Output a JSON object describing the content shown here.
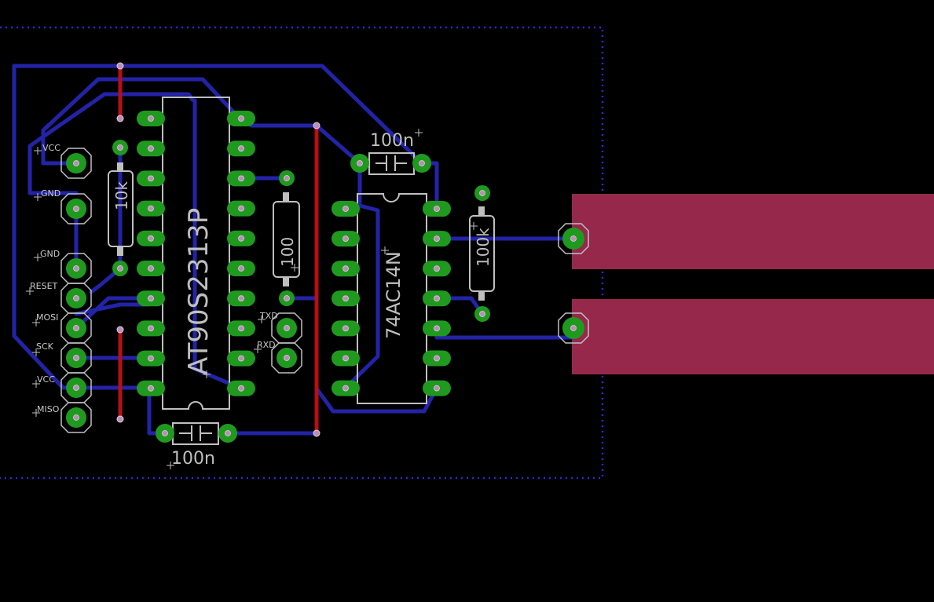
{
  "board": {
    "colors": {
      "background": "#000000",
      "outline": "#2a2ad6",
      "top_trace": "#b50f18",
      "bottom_trace": "#2323a8",
      "pad": "#1f9a1f",
      "drill": "#b98fb6",
      "silkscreen": "#bfbfbf",
      "copper_pour": "#96284c"
    },
    "chips": {
      "mcu": "AT90S2313P",
      "inverter": "74AC14N"
    },
    "resistors": {
      "r1": "10k",
      "r2": "100",
      "r3": "100k"
    },
    "capacitors": {
      "c1": "100n",
      "c2": "100n"
    },
    "isp_header": [
      "VCC",
      "GND",
      "GND",
      "RESET",
      "MOSI",
      "SCK",
      "VCC",
      "MISO"
    ],
    "serial": {
      "txd": "TXD",
      "rxd": "RXD"
    }
  }
}
